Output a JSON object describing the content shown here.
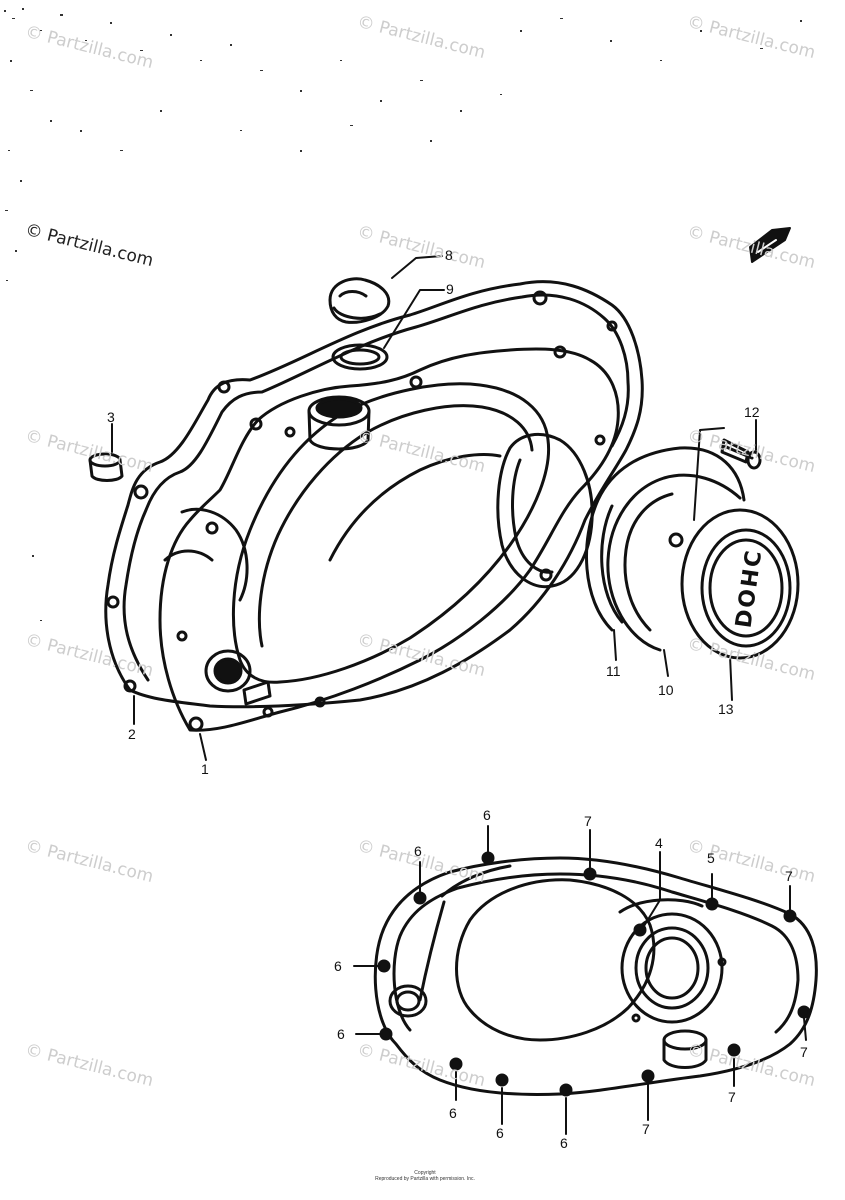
{
  "watermark": "© Partzilla.com",
  "badge_text": "DOHC",
  "copyright": {
    "line1": "Copyright",
    "line2": "Reproduced by Partzilla with permission. Inc."
  },
  "callouts": [
    "1",
    "2",
    "3",
    "8",
    "9",
    "12",
    "11",
    "10",
    "13",
    "6",
    "6",
    "6",
    "6",
    "6",
    "6",
    "6",
    "7",
    "4",
    "5",
    "7",
    "7",
    "7",
    "7"
  ]
}
